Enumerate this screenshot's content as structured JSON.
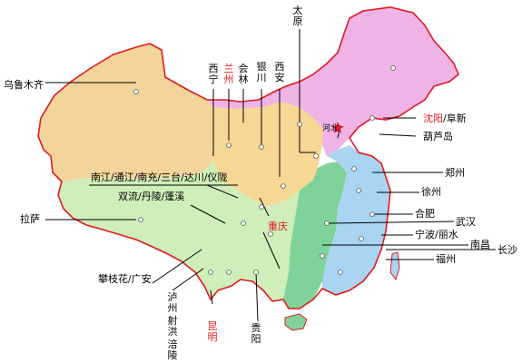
{
  "colors": {
    "north": "#f0b3e6",
    "northwest": "#f7d794",
    "xinjiang": "#f3d49a",
    "southwest": "#cfeeb9",
    "central": "#7fd39a",
    "east": "#a9d4f2",
    "border": "#e0191e",
    "highlight_text": "#e0191e"
  },
  "labels": {
    "taiyuan": "太原",
    "urumqi": "乌鲁木齐",
    "xining": "西宁",
    "lanzhou": "兰州",
    "huilin": "会林",
    "yinchuan": "银川",
    "xian": "西安",
    "shenyang": "沈阳",
    "fuxin": "/阜新",
    "huludao": "葫芦岛",
    "zhengzhou": "郑州",
    "xuzhou": "徐州",
    "hefei": "合肥",
    "wuhan": "武汉",
    "ningbo_lishui": "宁波/丽水",
    "nanchang": "南昌",
    "changsha": "长沙",
    "fuzhou": "福州",
    "sichuan_group": "南江/通江/南充/三台/达川/仪陇",
    "shuangliu_group": "双流/丹陵/蓬溪",
    "lhasa": "拉萨",
    "chongqing": "重庆",
    "panzhihua": "攀枝花/广安",
    "luzhou": "泸州",
    "shehong": "射洪",
    "fuling": "涪陵",
    "kunming": "昆明",
    "guiyang": "贵阳",
    "hebei": "河北"
  },
  "icons": [
    "city-marker-icon",
    "capital-star-icon"
  ]
}
